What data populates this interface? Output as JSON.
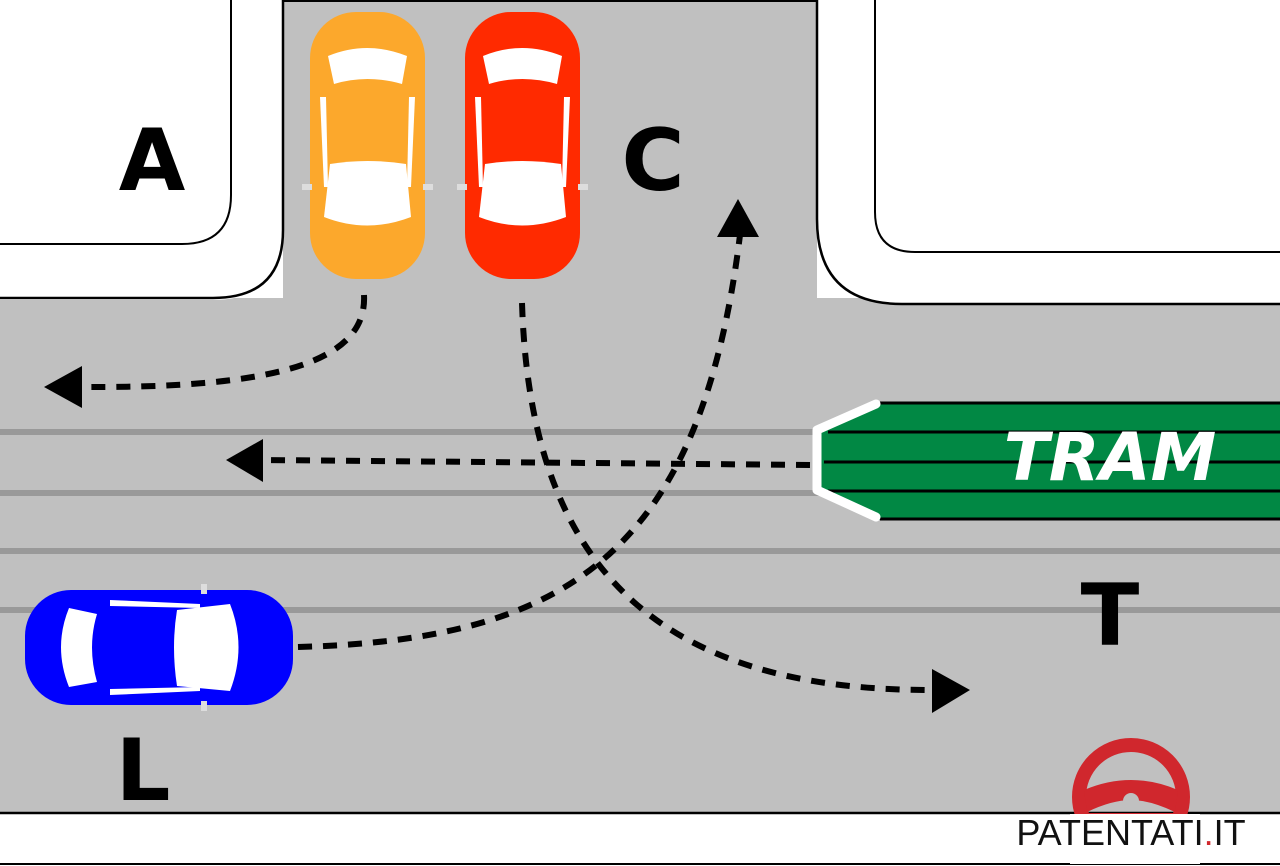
{
  "scene": {
    "title": "Intersection with tram",
    "colors": {
      "road": "#c0c0c0",
      "lane_line": "#999999",
      "sidewalk": "#ffffff",
      "curb": "#000000",
      "path": "#000000",
      "tram_body": "#018844",
      "tram_outline": "#ffffff"
    }
  },
  "labels": {
    "a": "A",
    "c": "C",
    "t": "T",
    "l": "L"
  },
  "vehicles": [
    {
      "id": "A",
      "type": "car",
      "color": "#fca82c",
      "heading": "down",
      "maneuver": "turn-left"
    },
    {
      "id": "C",
      "type": "car",
      "color": "#ff2a00",
      "heading": "down",
      "maneuver": "turn-right"
    },
    {
      "id": "L",
      "type": "car",
      "color": "#0000ff",
      "heading": "right",
      "maneuver": "turn-left"
    },
    {
      "id": "T",
      "type": "tram",
      "color": "#018844",
      "heading": "left",
      "maneuver": "straight",
      "text": "TRAM"
    }
  ],
  "branding": {
    "name_main": "PATENTATI",
    "name_dot": ".",
    "name_tld": "IT",
    "icon": "steering-wheel-icon",
    "icon_color": "#d0272d"
  }
}
